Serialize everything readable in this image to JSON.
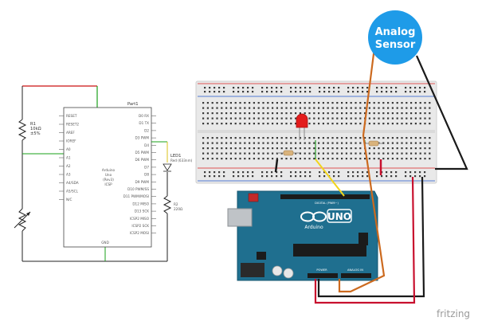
{
  "schematic": {
    "part_title": "Part1",
    "r1": {
      "name": "R1",
      "value": "10kΩ",
      "tolerance": "±5%"
    },
    "led": {
      "name": "LED1",
      "desc": "Red (633nm)"
    },
    "arduino_lines": [
      "Arduino",
      "Uno",
      "(Rev3)",
      "ICSP"
    ],
    "left_pins": [
      "RESET",
      "RESET2",
      "AREF",
      "IOREF",
      "A0",
      "A1",
      "A2",
      "A3",
      "A4/SDA",
      "A5/SCL",
      "N/C"
    ],
    "right_pins": [
      "D0 RX",
      "D1 TX",
      "D2",
      "D3 PWM",
      "D4",
      "D5 PWM",
      "D6 PWM",
      "D7",
      "D8",
      "D9 PWM",
      "D10 PWM/SS",
      "D11 PWM/MOSI",
      "D12 MISO",
      "D13 SCK",
      "ICSP2 MISO",
      "ICSP2 SCK",
      "ICSP2 MOSI"
    ],
    "bottom_pin": "GND",
    "r2": {
      "name": "R2",
      "value": "220Ω"
    }
  },
  "board": {
    "brand": "UNO",
    "maker": "Arduino",
    "header_labels": "DIGITAL (PWM~)",
    "power_labels": "POWER",
    "analog_labels": "ANALOG IN"
  },
  "sensor_badge": {
    "line1": "Analog",
    "line2": "Sensor",
    "color": "#1e9be8"
  },
  "watermark": "fritzing",
  "colors": {
    "board": "#1f6f8f",
    "breadboard": "#e9e9e9",
    "wire_red": "#c8102e",
    "wire_black": "#1a1a1a",
    "wire_orange": "#cc6a1f",
    "wire_yellow": "#f2d51b",
    "led": "#e31c1c"
  }
}
